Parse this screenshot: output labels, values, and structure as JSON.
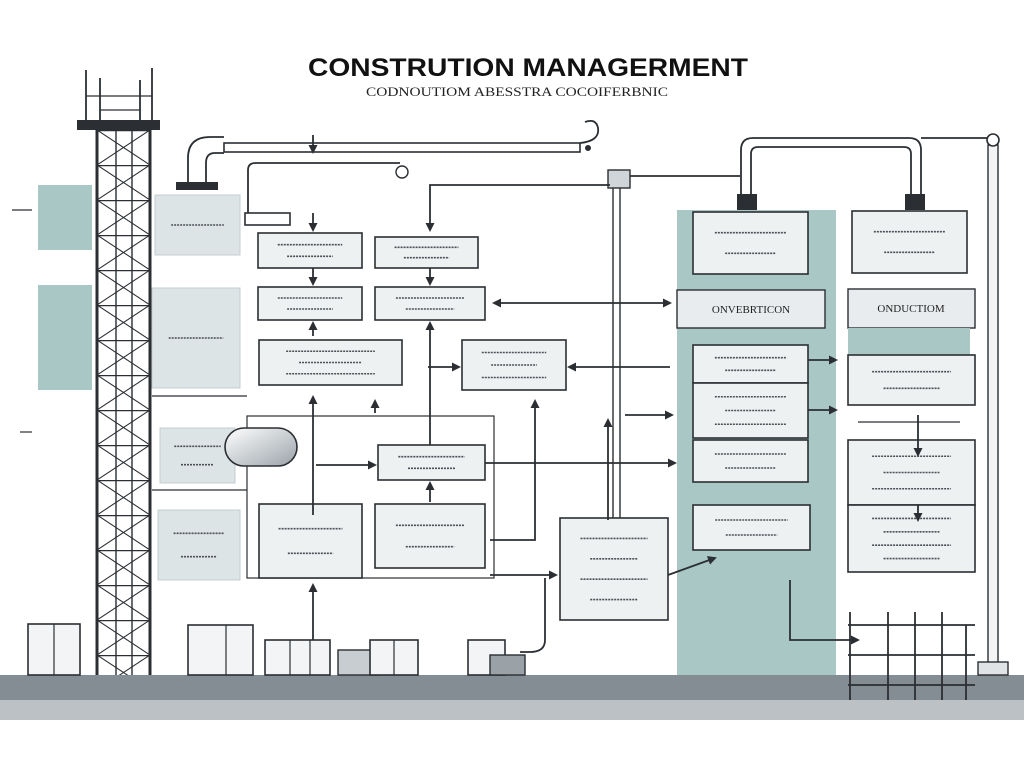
{
  "title": "CONSTRUTION MANAGERMENT",
  "subtitle": "CODNOUTIOM ABESSTRA COCOIFERBNIC",
  "labels": {
    "left_block": "ONVEBRTICON",
    "right_block": "ONDUCTIOM"
  },
  "colors": {
    "accent_teal": "#a9c8c5",
    "panel_gray": "#dde4e6",
    "ground": "#858d94",
    "ground_light": "#bcc1c5",
    "ink": "#2b2f33"
  },
  "icons": [
    "crane-tower-icon",
    "pipe-icon",
    "storage-tank-icon",
    "utility-pole-icon",
    "scaffold-icon"
  ]
}
